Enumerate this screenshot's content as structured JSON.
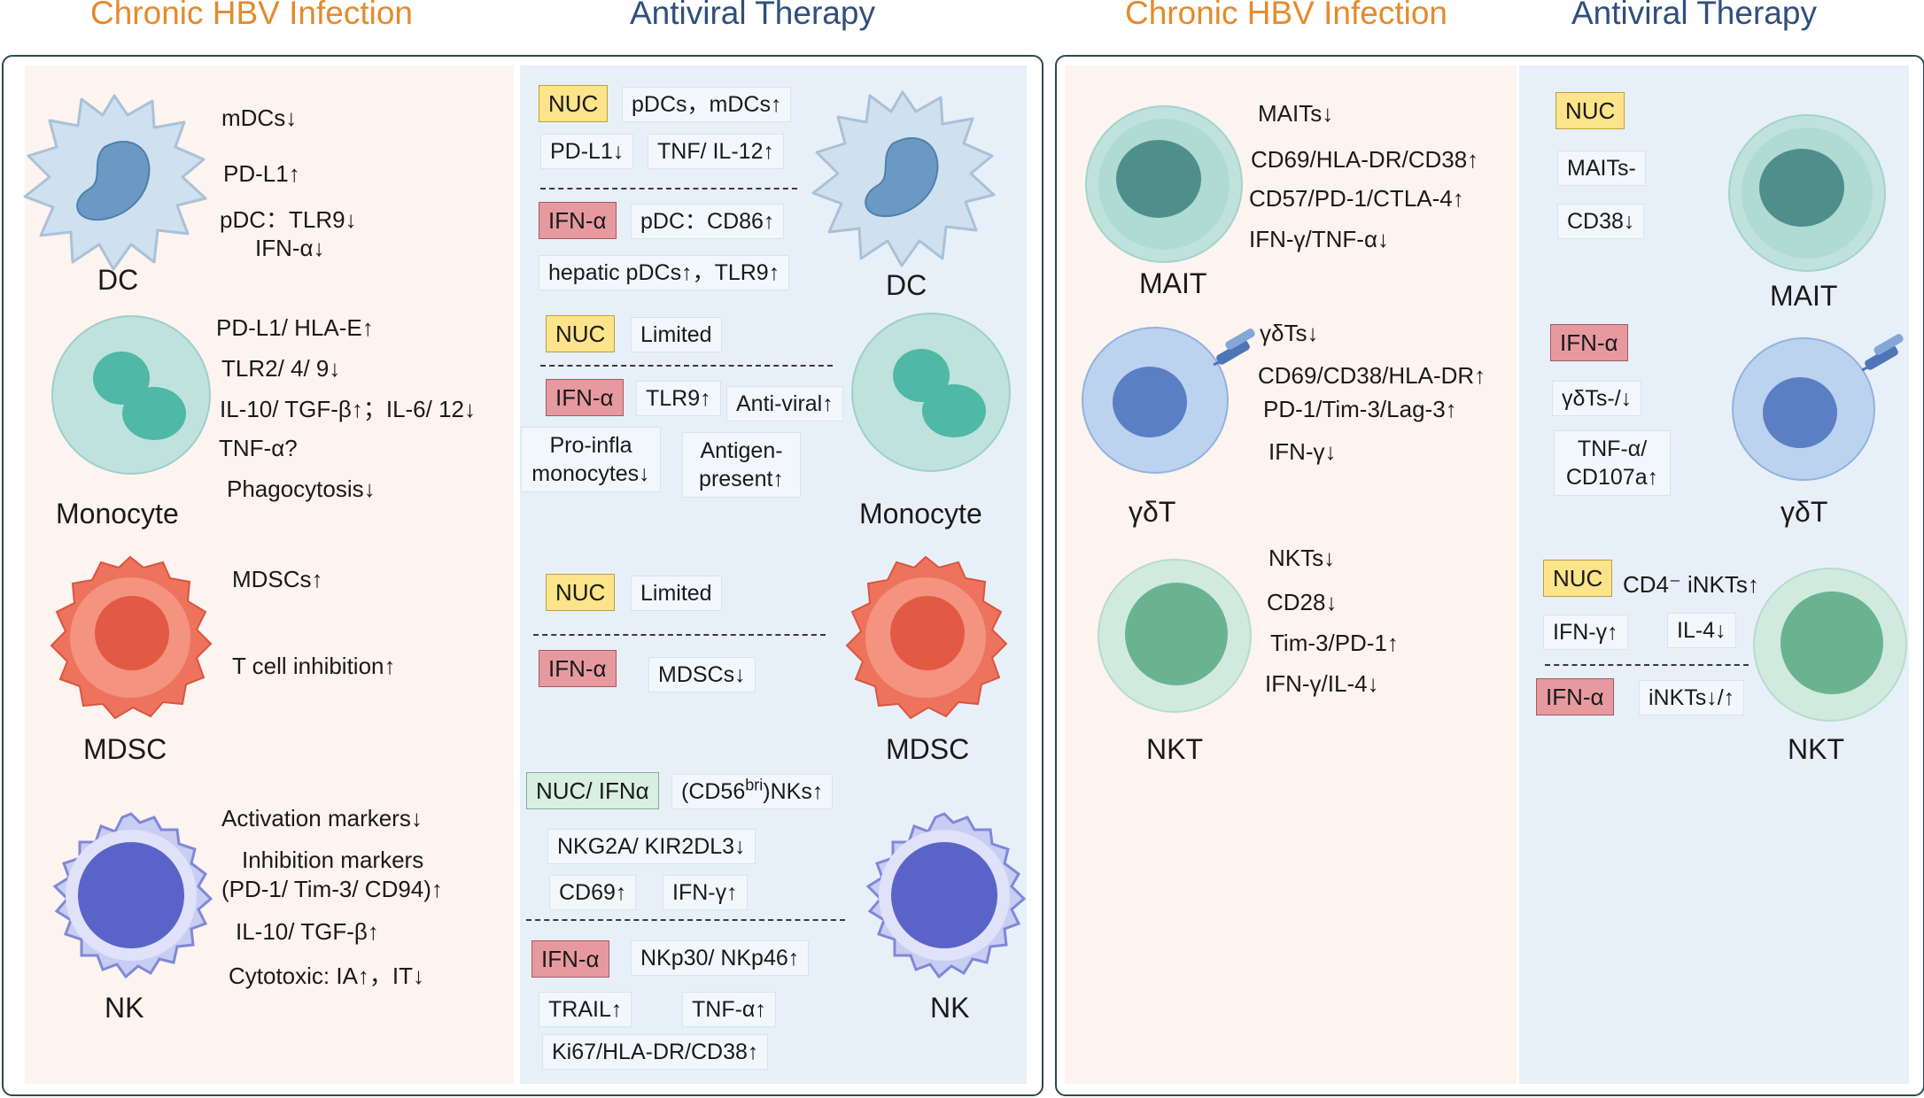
{
  "headers": {
    "left_infection": "Chronic HBV Infection",
    "left_therapy": "Antiviral Therapy",
    "right_infection": "Chronic HBV Infection",
    "right_therapy": "Antiviral Therapy"
  },
  "cells": {
    "dc": "DC",
    "monocyte": "Monocyte",
    "mdsc": "MDSC",
    "nk": "NK",
    "mait": "MAIT",
    "gdt": "γδT",
    "nkt": "NKT"
  },
  "left_infection": {
    "dc": [
      "mDCs↓",
      "PD-L1↑",
      "pDC：TLR9↓",
      "IFN-α↓"
    ],
    "monocyte": [
      "PD-L1/ HLA-E↑",
      "TLR2/ 4/ 9↓",
      "IL-10/ TGF-β↑；IL-6/ 12↓",
      "TNF-α?",
      "Phagocytosis↓"
    ],
    "mdsc": [
      "MDSCs↑",
      "T cell inhibition↑"
    ],
    "nk": [
      "Activation markers↓",
      "Inhibition markers",
      "(PD-1/ Tim-3/ CD94)↑",
      "IL-10/ TGF-β↑",
      "Cytotoxic: IA↑，IT↓"
    ]
  },
  "left_therapy": {
    "tags": {
      "nuc": "NUC",
      "ifn": "IFN-α",
      "nuc_ifn": "NUC/ IFNα"
    },
    "dc": [
      "pDCs，mDCs↑",
      "PD-L1↓",
      "TNF/ IL-12↑",
      "pDC：CD86↑",
      "hepatic pDCs↑，TLR9↑"
    ],
    "monocyte": [
      "Limited",
      "TLR9↑",
      "Anti-viral↑",
      "Pro-infla monocytes↓",
      "Antigen-present↑"
    ],
    "mdsc": [
      "Limited",
      "MDSCs↓"
    ],
    "nk": {
      "cd56_prefix": "(CD56",
      "cd56_sup": "bri",
      "cd56_suffix": ")NKs↑",
      "items": [
        "NKG2A/ KIR2DL3↓",
        "CD69↑",
        "IFN-γ↑",
        "NKp30/ NKp46↑",
        "TRAIL↑",
        "TNF-α↑",
        "Ki67/HLA-DR/CD38↑"
      ]
    }
  },
  "right_infection": {
    "mait": [
      "MAITs↓",
      "CD69/HLA-DR/CD38↑",
      "CD57/PD-1/CTLA-4↑",
      "IFN-γ/TNF-α↓"
    ],
    "gdt": [
      "γδTs↓",
      "CD69/CD38/HLA-DR↑",
      "PD-1/Tim-3/Lag-3↑",
      "IFN-γ↓"
    ],
    "nkt": [
      "NKTs↓",
      "CD28↓",
      "Tim-3/PD-1↑",
      "IFN-γ/IL-4↓"
    ]
  },
  "right_therapy": {
    "tags": {
      "nuc": "NUC",
      "ifn": "IFN-α"
    },
    "mait": [
      "MAITs-",
      "CD38↓"
    ],
    "gdt": [
      "γδTs-/↓",
      "TNF-α/ CD107a↑"
    ],
    "nkt": [
      "CD4⁻ iNKTs↑",
      "IFN-γ↑",
      "IL-4↓",
      "iNKTs↓/↑"
    ]
  },
  "colors": {
    "header_orange": "#e58a2b",
    "header_blue": "#2f4f7c",
    "nuc_tag": "#fde38a",
    "ifn_tag": "#e69aa0",
    "nuc_ifn_tag": "#d8efe1",
    "infection_bg": "#fdf3ef",
    "therapy_bg": "#e7f0f8"
  }
}
